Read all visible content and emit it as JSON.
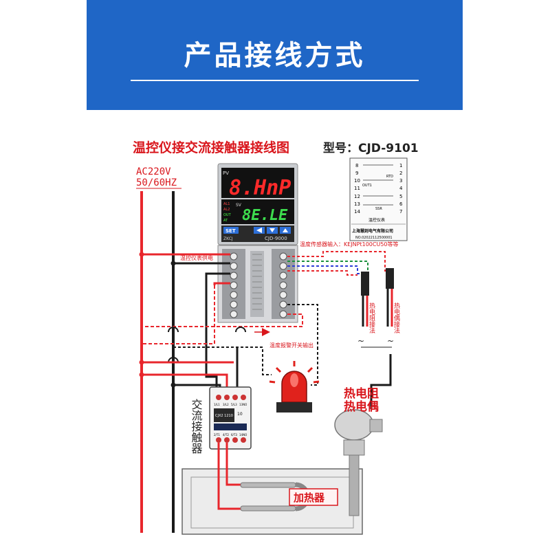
{
  "header": {
    "title": "产品接线方式"
  },
  "diagram": {
    "title": "温控仪接交流接触器接线图",
    "model_label": "型号：CJD-9101",
    "power_line1": "AC220V",
    "power_line2": "50/60HZ",
    "controller": {
      "pv_label": "PV",
      "pv_display": "8.HnP",
      "sv_label": "SV",
      "sv_display": "8E.LE",
      "indicators": [
        "AL1",
        "AL2",
        "OUT",
        "AT"
      ],
      "set_button": "SET",
      "brand": "ZKCJ",
      "model": "CJD-9000"
    },
    "sticker": {
      "terminals": [
        "8",
        "9",
        "10",
        "11",
        "12",
        "13",
        "14",
        "1",
        "2",
        "3",
        "4",
        "5",
        "6",
        "7"
      ],
      "tags": [
        "OUT1",
        "SSR",
        "RTD"
      ],
      "name": "温控仪表",
      "company": "上海慧则电气有限公司",
      "serial": "NO.02022112500001"
    },
    "labels": {
      "power_supply": "温控仪表供电",
      "sensor_input": "温度传感器输入：KEJNPt100CU50等等",
      "alarm_output": "温度报警开关输出",
      "rtd_wiring": "热电阻接法",
      "tc_wiring": "热电偶接法",
      "tilde_left": "~",
      "tilde_right": "~",
      "rtd_name": "热电阻",
      "tc_name": "热电偶",
      "heater": "加热器",
      "contactor": "交流接触器"
    },
    "contactor": {
      "top_terminals": [
        "1/L1",
        "3/L2",
        "5/L3",
        "13NO"
      ],
      "model": "CJX2 1210",
      "bottom_terminals": [
        "2/T1",
        "4/T2",
        "6/T3",
        "14NO"
      ],
      "code": "10"
    }
  },
  "colors": {
    "banner": "#1f66c6",
    "title_red": "#d9161c",
    "wire_red": "#e8262c",
    "wire_black": "#1a1a1a",
    "wire_green": "#1a8f3c",
    "wire_blue": "#2c3bd6",
    "display": "#111111",
    "pv_digit": "#ff2a2a",
    "sv_digit": "#3ddc4e"
  }
}
